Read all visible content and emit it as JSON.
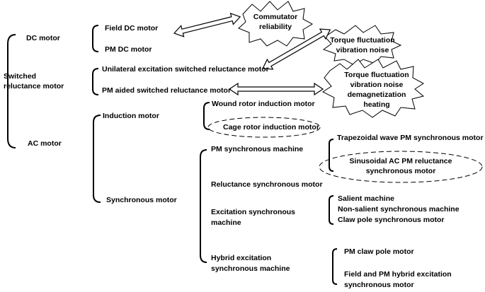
{
  "level1": {
    "dc_motor": "DC motor",
    "switched_reluctance_line1": "Switched",
    "switched_reluctance_line2": "reluctance motor",
    "ac_motor": "AC motor"
  },
  "dc_types": {
    "field_dc": "Field DC motor",
    "pm_dc": "PM DC motor"
  },
  "sr_types": {
    "unilateral": "Unilateral excitation switched reluctance motor",
    "pm_aided": "PM aided switched reluctance motor"
  },
  "ac_types": {
    "induction": "Induction motor",
    "synchronous": "Synchronous motor"
  },
  "induction_types": {
    "wound_rotor": "Wound rotor induction motor",
    "cage_rotor": "Cage rotor induction motor"
  },
  "synchronous_types": {
    "pm_sync": "PM synchronous machine",
    "reluctance_sync": "Reluctance synchronous motor",
    "excitation_line1": "Excitation synchronous",
    "excitation_line2": "machine",
    "hybrid_line1": "Hybrid excitation",
    "hybrid_line2": "synchronous machine"
  },
  "pm_sync_types": {
    "trapezoidal": "Trapezoidal wave PM synchronous motor",
    "sinusoidal_line1": "Sinusoidal AC  PM reluctance",
    "sinusoidal_line2": "synchronous motor"
  },
  "excitation_types": {
    "salient": "Salient machine",
    "non_salient": "Non-salient synchronous machine",
    "claw_pole": "Claw pole synchronous motor"
  },
  "hybrid_types": {
    "pm_claw": "PM claw pole motor",
    "field_pm_line1": "Field and PM hybrid excitation",
    "field_pm_line2": "synchronous motor"
  },
  "issues": {
    "commutator_line1": "Commutator",
    "commutator_line2": "reliability",
    "torque1_line1": "Torque fluctuation",
    "torque1_line2": "vibration noise",
    "torque2_line1": "Torque fluctuation",
    "torque2_line2": "vibration noise",
    "torque2_line3": "demagnetization",
    "torque2_line4": "heating"
  }
}
